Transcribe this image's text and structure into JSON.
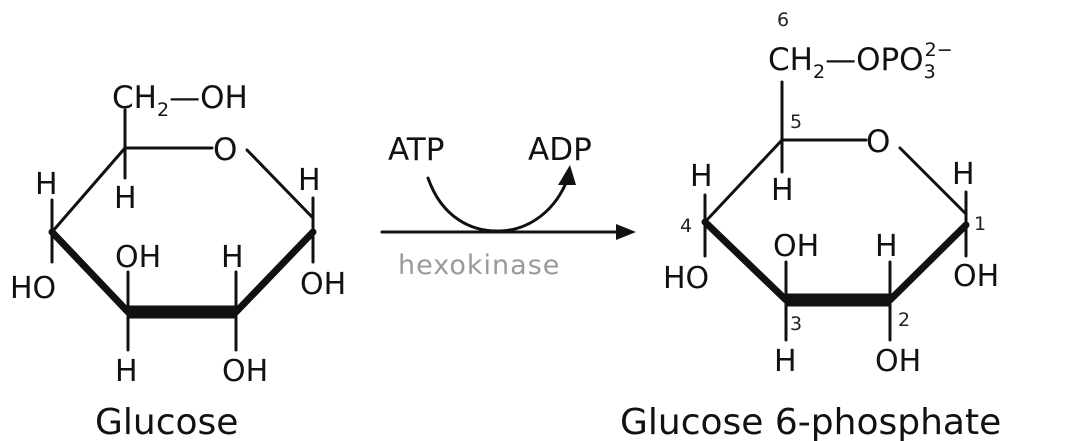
{
  "reactant": {
    "label": "Glucose",
    "atoms": {
      "ch2": "CH",
      "ch2_sub": "2",
      "ch2_dash": "—",
      "oh_top": "OH",
      "ring_o": "O",
      "h_left": "H",
      "h_c5": "H",
      "h_right": "H",
      "ho_left": "HO",
      "oh_c3": "OH",
      "h_c2": "H",
      "oh_right": "OH",
      "h_bottom": "H",
      "oh_bottom": "OH"
    }
  },
  "reaction": {
    "reagent_in": "ATP",
    "reagent_out": "ADP",
    "enzyme": "hexokinase"
  },
  "product": {
    "label": "Glucose 6-phosphate",
    "numbers": {
      "c6": "6",
      "c5": "5",
      "c4": "4",
      "c3": "3",
      "c2": "2",
      "c1": "1"
    },
    "atoms": {
      "ch2": "CH",
      "ch2_sub": "2",
      "dash": "—",
      "opo": "OPO",
      "opo_sub": "3",
      "opo_sup": "2−",
      "ring_o": "O",
      "h_c4": "H",
      "h_c5": "H",
      "h_c1": "H",
      "ho_left": "HO",
      "oh_c3": "OH",
      "h_c2": "H",
      "oh_right": "OH",
      "h_bottom": "H",
      "oh_bottom": "OH"
    }
  }
}
